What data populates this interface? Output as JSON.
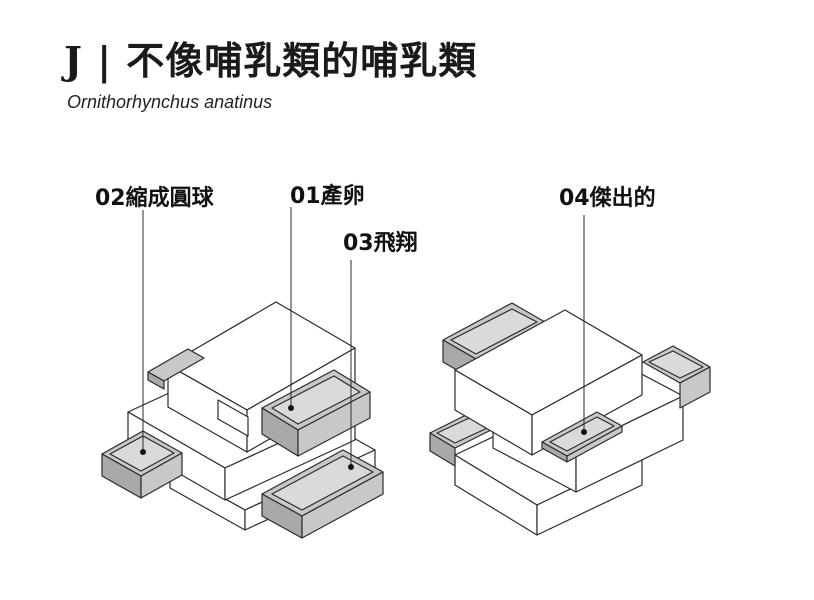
{
  "header": {
    "title": "J | 不像哺乳類的哺乳類",
    "subtitle": "Ornithorhynchus anatinus"
  },
  "labels": {
    "egg_laying": "01產卵",
    "curl_ball": "02縮成圓球",
    "flying": "03飛翔",
    "outstanding": "04傑出的"
  },
  "colors": {
    "block_fill": "#ffffff",
    "module_fill": "#c8c8c8",
    "line": "#2b2b2b"
  }
}
